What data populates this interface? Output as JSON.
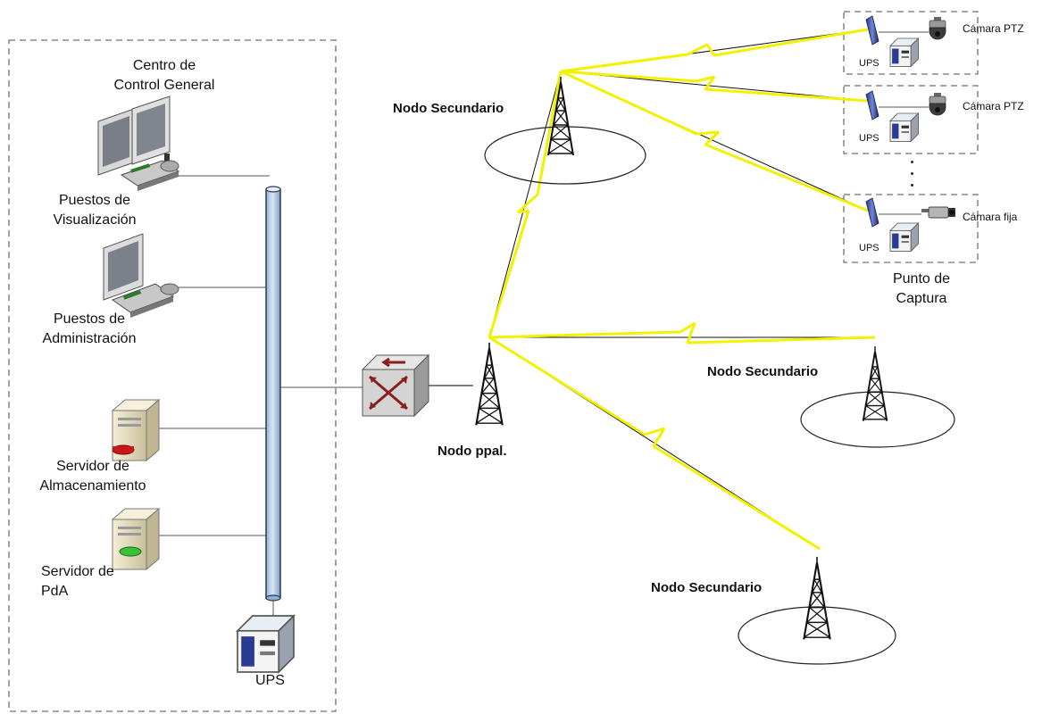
{
  "control_center": {
    "title": [
      "Centro de",
      "Control General"
    ],
    "viewing_stations": [
      "Puestos de",
      "Visualización"
    ],
    "admin_stations": [
      "Puestos de",
      "Administración"
    ],
    "storage_server": [
      "Servidor de",
      "Almacenamiento"
    ],
    "pda_server": [
      "Servidor de",
      "PdA"
    ],
    "ups": "UPS"
  },
  "network": {
    "main_node": "Nodo ppal.",
    "secondary_top": "Nodo Secundario",
    "secondary_middle": "Nodo Secundario",
    "secondary_bottom": "Nodo Secundario"
  },
  "capture_points": {
    "ptz_1": {
      "camera": "Cámara PTZ",
      "ups": "UPS"
    },
    "ptz_2": {
      "camera": "Cámara PTZ",
      "ups": "UPS"
    },
    "fixed": {
      "camera": "Cámara fija",
      "ups": "UPS"
    },
    "group_label": [
      "Punto de",
      "Captura"
    ]
  },
  "colors": {
    "link_zigzag": "#f2f200",
    "bus": "#b7cee6",
    "dashed_border": "#707070"
  },
  "icons": {
    "workstation": "dual-monitor-workstation-icon",
    "admin": "monitor-keyboard-icon",
    "server": "server-tower-icon",
    "switch": "network-switch-icon",
    "tower": "radio-tower-icon",
    "camera_ptz": "dome-camera-icon",
    "camera_fixed": "bullet-camera-icon",
    "antenna": "panel-antenna-icon",
    "ups": "ups-box-icon"
  }
}
